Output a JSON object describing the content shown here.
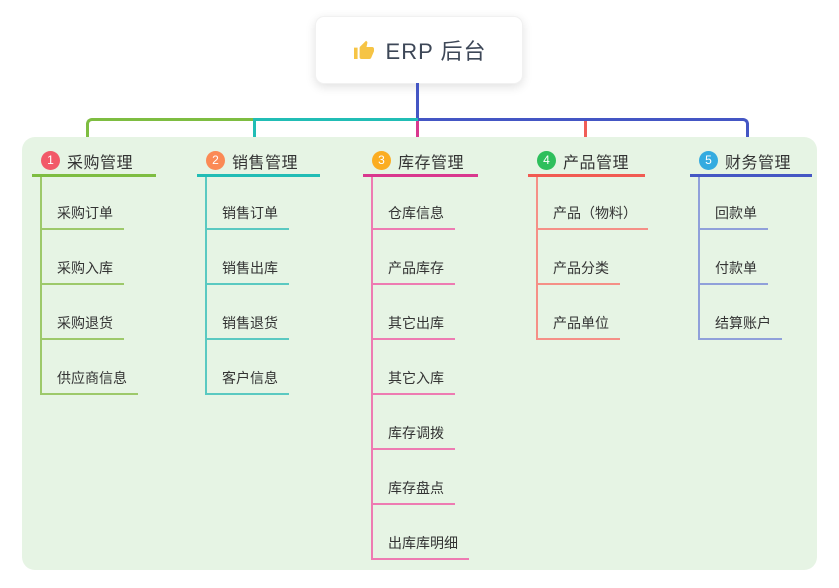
{
  "root": {
    "label": "ERP 后台",
    "icon": "thumbs-up-icon"
  },
  "branches": [
    {
      "index": "1",
      "label": "采购管理",
      "items": [
        "采购订单",
        "采购入库",
        "采购退货",
        "供应商信息"
      ],
      "line_color": "#7ebd41",
      "badge_color": "#f25968"
    },
    {
      "index": "2",
      "label": "销售管理",
      "items": [
        "销售订单",
        "销售出库",
        "销售退货",
        "客户信息"
      ],
      "line_color": "#21bdb5",
      "badge_color": "#fb8a55"
    },
    {
      "index": "3",
      "label": "库存管理",
      "items": [
        "仓库信息",
        "产品库存",
        "其它出库",
        "其它入库",
        "库存调拨",
        "库存盘点",
        "出库库明细"
      ],
      "line_color": "#d9388e",
      "badge_color": "#fbad21"
    },
    {
      "index": "4",
      "label": "产品管理",
      "items": [
        "产品（物料）",
        "产品分类",
        "产品单位"
      ],
      "line_color": "#f15b52",
      "badge_color": "#2ebf5c"
    },
    {
      "index": "5",
      "label": "财务管理",
      "items": [
        "回款单",
        "付款单",
        "结算账户"
      ],
      "line_color": "#4557c4",
      "badge_color": "#34abe0"
    }
  ],
  "colors": {
    "panel_background": "#e6f4e4",
    "root_connector": "#4456c4",
    "icon_yellow": "#f6c445",
    "text_dark": "#333333"
  }
}
